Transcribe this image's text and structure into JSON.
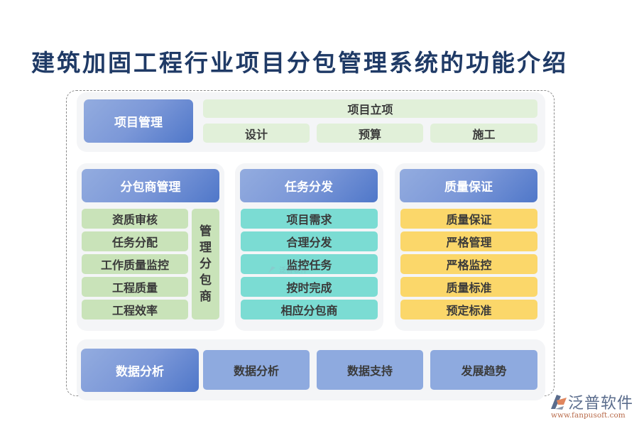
{
  "title": "建筑加固工程行业项目分包管理系统的功能介绍",
  "project_management": {
    "header": "项目管理",
    "top_bar": "项目立项",
    "items": [
      "设计",
      "预算",
      "施工"
    ]
  },
  "subcontractor_management": {
    "header": "分包商管理",
    "items": [
      "资质审核",
      "任务分配",
      "工作质量监控",
      "工程质量",
      "工程效率"
    ],
    "side_label_chars": [
      "管",
      "理",
      "分",
      "包",
      "商"
    ]
  },
  "task_distribution": {
    "header": "任务分发",
    "items": [
      "项目需求",
      "合理分发",
      "监控任务",
      "按时完成",
      "相应分包商"
    ]
  },
  "quality_assurance": {
    "header": "质量保证",
    "items": [
      "质量保证",
      "严格管理",
      "严格监控",
      "质量标准",
      "预定标准"
    ]
  },
  "data_analysis": {
    "header": "数据分析",
    "items": [
      "数据分析",
      "数据支持",
      "发展趋势"
    ]
  },
  "watermark": {
    "text": "泛普软件"
  },
  "logo": {
    "name": "泛普软件",
    "url": "www.fanpusoft.com"
  },
  "colors": {
    "title": "#1f3a66",
    "header_gradient_start": "#93acdf",
    "header_gradient_end": "#4f77c9",
    "green_light": "#e1f0d9",
    "green": "#c9e3b9",
    "teal": "#7bdcd3",
    "yellow": "#fbd76a",
    "blue": "#8eaadf"
  }
}
